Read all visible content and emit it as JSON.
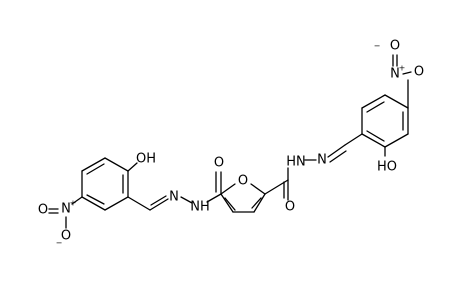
{
  "molecule": {
    "labels": {
      "oh_left": "OH",
      "oh_right": "HO",
      "ring_o": "O",
      "carbonyl_o_left": "O",
      "carbonyl_o_right": "O",
      "nh_left": "NH",
      "nh_right": "HN",
      "n_imine_left": "N",
      "n_imine_right": "N",
      "nitro_n_left": "N",
      "nitro_n_right": "N",
      "nitro_o_top_left": "O",
      "nitro_o_bottom_left": "O",
      "nitro_o_top_right": "O",
      "nitro_o_right": "O",
      "plus_left": "+",
      "plus_right": "+",
      "minus_left": "−",
      "minus_right": "−"
    },
    "colors": {
      "ink": "#000000",
      "background": "#ffffff"
    }
  }
}
